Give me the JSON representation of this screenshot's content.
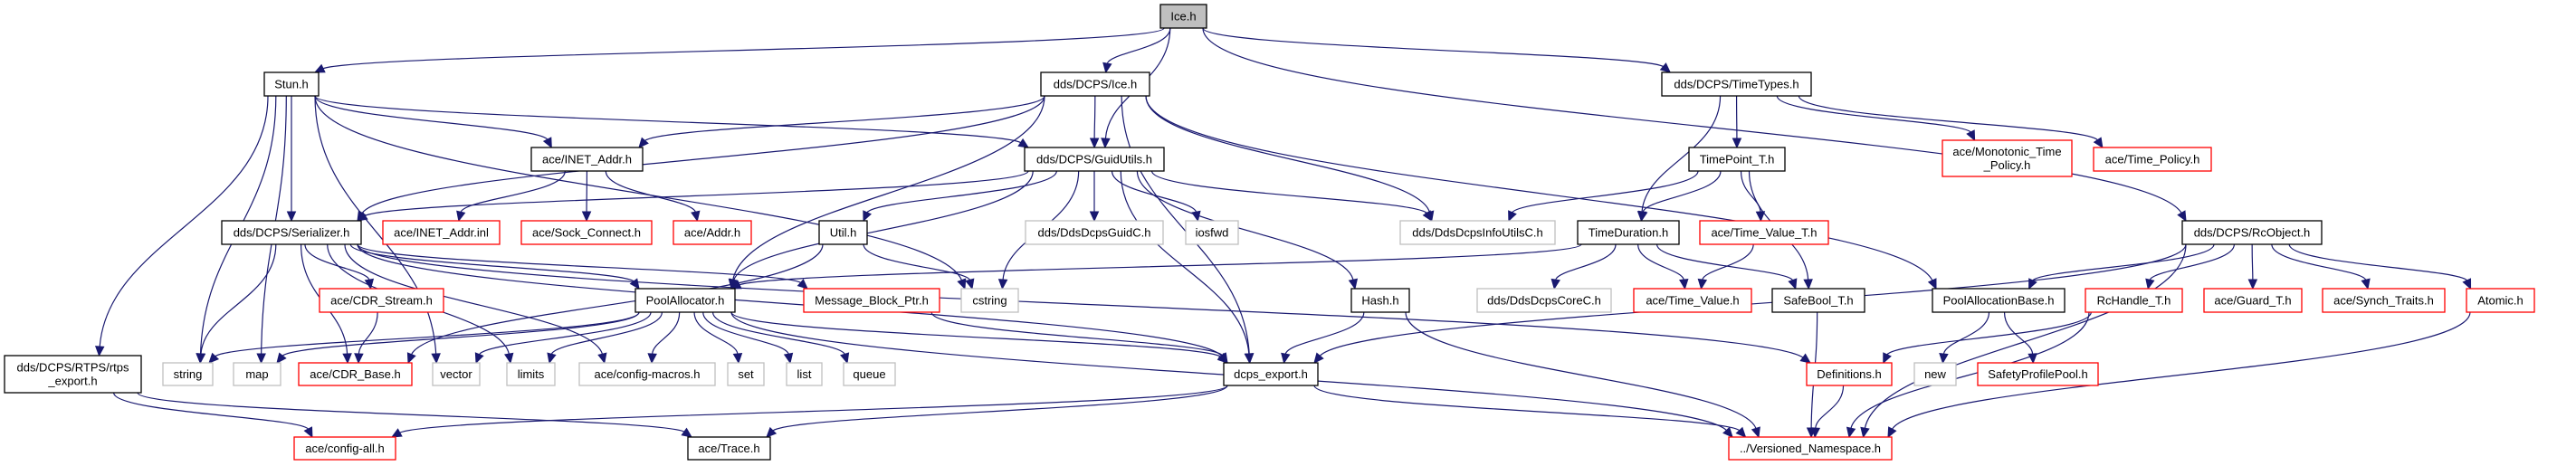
{
  "title": "Ice.h",
  "legend_colors": {
    "edge": "#191970",
    "root_fill": "#bfbfbf",
    "documented_border": "#000000",
    "undocumented_border": "#ff0000",
    "external_border": "#bfbfbf"
  },
  "nodes": [
    {
      "id": "ice_h",
      "label": [
        "Ice.h"
      ],
      "kind": "root"
    },
    {
      "id": "stun_h",
      "label": [
        "Stun.h"
      ],
      "kind": "doc"
    },
    {
      "id": "dcps_ice_h",
      "label": [
        "dds/DCPS/Ice.h"
      ],
      "kind": "doc"
    },
    {
      "id": "timetypes_h",
      "label": [
        "dds/DCPS/TimeTypes.h"
      ],
      "kind": "doc"
    },
    {
      "id": "inet_addr_h",
      "label": [
        "ace/INET_Addr.h"
      ],
      "kind": "doc"
    },
    {
      "id": "guidutils_h",
      "label": [
        "dds/DCPS/GuidUtils.h"
      ],
      "kind": "doc"
    },
    {
      "id": "timepoint_h",
      "label": [
        "TimePoint_T.h"
      ],
      "kind": "doc"
    },
    {
      "id": "monotonic_h",
      "label": [
        "ace/Monotonic_Time",
        "_Policy.h"
      ],
      "kind": "missing"
    },
    {
      "id": "time_policy_h",
      "label": [
        "ace/Time_Policy.h"
      ],
      "kind": "missing"
    },
    {
      "id": "serializer_h",
      "label": [
        "dds/DCPS/Serializer.h"
      ],
      "kind": "doc"
    },
    {
      "id": "inet_addr_inl",
      "label": [
        "ace/INET_Addr.inl"
      ],
      "kind": "missing"
    },
    {
      "id": "sock_connect_h",
      "label": [
        "ace/Sock_Connect.h"
      ],
      "kind": "missing"
    },
    {
      "id": "addr_h",
      "label": [
        "ace/Addr.h"
      ],
      "kind": "missing"
    },
    {
      "id": "util_h",
      "label": [
        "Util.h"
      ],
      "kind": "doc"
    },
    {
      "id": "guidc_h",
      "label": [
        "dds/DdsDcpsGuidC.h"
      ],
      "kind": "external"
    },
    {
      "id": "iosfwd",
      "label": [
        "iosfwd"
      ],
      "kind": "external"
    },
    {
      "id": "infoutilsc_h",
      "label": [
        "dds/DdsDcpsInfoUtilsC.h"
      ],
      "kind": "external"
    },
    {
      "id": "timeduration_h",
      "label": [
        "TimeDuration.h"
      ],
      "kind": "doc"
    },
    {
      "id": "time_value_t_h",
      "label": [
        "ace/Time_Value_T.h"
      ],
      "kind": "missing"
    },
    {
      "id": "rcobject_h",
      "label": [
        "dds/DCPS/RcObject.h"
      ],
      "kind": "doc"
    },
    {
      "id": "cdr_stream_h",
      "label": [
        "ace/CDR_Stream.h"
      ],
      "kind": "missing"
    },
    {
      "id": "poolallocator_h",
      "label": [
        "PoolAllocator.h"
      ],
      "kind": "doc"
    },
    {
      "id": "message_block_ptr_h",
      "label": [
        "Message_Block_Ptr.h"
      ],
      "kind": "missing"
    },
    {
      "id": "cstring",
      "label": [
        "cstring"
      ],
      "kind": "external"
    },
    {
      "id": "hash_h",
      "label": [
        "Hash.h"
      ],
      "kind": "doc"
    },
    {
      "id": "corec_h",
      "label": [
        "dds/DdsDcpsCoreC.h"
      ],
      "kind": "external"
    },
    {
      "id": "time_value_h",
      "label": [
        "ace/Time_Value.h"
      ],
      "kind": "missing"
    },
    {
      "id": "safebool_h",
      "label": [
        "SafeBool_T.h"
      ],
      "kind": "doc"
    },
    {
      "id": "poolallocationbase_h",
      "label": [
        "PoolAllocationBase.h"
      ],
      "kind": "doc"
    },
    {
      "id": "rchandle_h",
      "label": [
        "RcHandle_T.h"
      ],
      "kind": "missing"
    },
    {
      "id": "guard_t_h",
      "label": [
        "ace/Guard_T.h"
      ],
      "kind": "missing"
    },
    {
      "id": "synch_traits_h",
      "label": [
        "ace/Synch_Traits.h"
      ],
      "kind": "missing"
    },
    {
      "id": "atomic_h",
      "label": [
        "Atomic.h"
      ],
      "kind": "missing"
    },
    {
      "id": "rtps_export_h",
      "label": [
        "dds/DCPS/RTPS/rtps",
        "_export.h"
      ],
      "kind": "doc"
    },
    {
      "id": "string",
      "label": [
        "string"
      ],
      "kind": "external"
    },
    {
      "id": "map",
      "label": [
        "map"
      ],
      "kind": "external"
    },
    {
      "id": "cdr_base_h",
      "label": [
        "ace/CDR_Base.h"
      ],
      "kind": "missing"
    },
    {
      "id": "vector",
      "label": [
        "vector"
      ],
      "kind": "external"
    },
    {
      "id": "limits",
      "label": [
        "limits"
      ],
      "kind": "external"
    },
    {
      "id": "config_macros_h",
      "label": [
        "ace/config-macros.h"
      ],
      "kind": "external"
    },
    {
      "id": "set",
      "label": [
        "set"
      ],
      "kind": "external"
    },
    {
      "id": "list",
      "label": [
        "list"
      ],
      "kind": "external"
    },
    {
      "id": "queue",
      "label": [
        "queue"
      ],
      "kind": "external"
    },
    {
      "id": "dcps_export_h",
      "label": [
        "dcps_export.h"
      ],
      "kind": "doc"
    },
    {
      "id": "definitions_h",
      "label": [
        "Definitions.h"
      ],
      "kind": "missing"
    },
    {
      "id": "new",
      "label": [
        "new"
      ],
      "kind": "external"
    },
    {
      "id": "safetyprofilepool_h",
      "label": [
        "SafetyProfilePool.h"
      ],
      "kind": "missing"
    },
    {
      "id": "config_all_h",
      "label": [
        "ace/config-all.h"
      ],
      "kind": "missing"
    },
    {
      "id": "trace_h",
      "label": [
        "ace/Trace.h"
      ],
      "kind": "doc"
    },
    {
      "id": "versioned_ns_h",
      "label": [
        "../Versioned_Namespace.h"
      ],
      "kind": "missing"
    }
  ],
  "edges": [
    [
      "ice_h",
      "stun_h"
    ],
    [
      "ice_h",
      "dcps_ice_h"
    ],
    [
      "ice_h",
      "guidutils_h"
    ],
    [
      "ice_h",
      "timetypes_h"
    ],
    [
      "ice_h",
      "rcobject_h"
    ],
    [
      "stun_h",
      "serializer_h"
    ],
    [
      "stun_h",
      "inet_addr_h"
    ],
    [
      "stun_h",
      "guidutils_h"
    ],
    [
      "stun_h",
      "rtps_export_h"
    ],
    [
      "stun_h",
      "string"
    ],
    [
      "stun_h",
      "map"
    ],
    [
      "stun_h",
      "vector"
    ],
    [
      "stun_h",
      "cstring"
    ],
    [
      "dcps_ice_h",
      "serializer_h"
    ],
    [
      "dcps_ice_h",
      "inet_addr_h"
    ],
    [
      "dcps_ice_h",
      "guidutils_h"
    ],
    [
      "dcps_ice_h",
      "poolallocator_h"
    ],
    [
      "dcps_ice_h",
      "infoutilsc_h"
    ],
    [
      "dcps_ice_h",
      "dcps_export_h"
    ],
    [
      "dcps_ice_h",
      "poolallocationbase_h"
    ],
    [
      "timetypes_h",
      "timepoint_h"
    ],
    [
      "timetypes_h",
      "timeduration_h"
    ],
    [
      "timetypes_h",
      "monotonic_h"
    ],
    [
      "timetypes_h",
      "time_policy_h"
    ],
    [
      "inet_addr_h",
      "inet_addr_inl"
    ],
    [
      "inet_addr_h",
      "sock_connect_h"
    ],
    [
      "inet_addr_h",
      "addr_h"
    ],
    [
      "guidutils_h",
      "serializer_h"
    ],
    [
      "guidutils_h",
      "util_h"
    ],
    [
      "guidutils_h",
      "guidc_h"
    ],
    [
      "guidutils_h",
      "iosfwd"
    ],
    [
      "guidutils_h",
      "infoutilsc_h"
    ],
    [
      "guidutils_h",
      "poolallocator_h"
    ],
    [
      "guidutils_h",
      "cstring"
    ],
    [
      "guidutils_h",
      "hash_h"
    ],
    [
      "guidutils_h",
      "dcps_export_h"
    ],
    [
      "timepoint_h",
      "infoutilsc_h"
    ],
    [
      "timepoint_h",
      "timeduration_h"
    ],
    [
      "timepoint_h",
      "time_value_t_h"
    ],
    [
      "timepoint_h",
      "safebool_h"
    ],
    [
      "serializer_h",
      "cdr_stream_h"
    ],
    [
      "serializer_h",
      "cdr_base_h"
    ],
    [
      "serializer_h",
      "string"
    ],
    [
      "serializer_h",
      "message_block_ptr_h"
    ],
    [
      "serializer_h",
      "limits"
    ],
    [
      "serializer_h",
      "config_macros_h"
    ],
    [
      "serializer_h",
      "dcps_export_h"
    ],
    [
      "serializer_h",
      "definitions_h"
    ],
    [
      "serializer_h",
      "poolallocator_h"
    ],
    [
      "util_h",
      "cstring"
    ],
    [
      "util_h",
      "cdr_base_h"
    ],
    [
      "timeduration_h",
      "poolallocator_h"
    ],
    [
      "timeduration_h",
      "corec_h"
    ],
    [
      "timeduration_h",
      "time_value_h"
    ],
    [
      "timeduration_h",
      "safebool_h"
    ],
    [
      "time_value_t_h",
      "time_value_h"
    ],
    [
      "rcobject_h",
      "poolallocationbase_h"
    ],
    [
      "rcobject_h",
      "rchandle_h"
    ],
    [
      "rcobject_h",
      "guard_t_h"
    ],
    [
      "rcobject_h",
      "synch_traits_h"
    ],
    [
      "rcobject_h",
      "atomic_h"
    ],
    [
      "rcobject_h",
      "dcps_export_h"
    ],
    [
      "rcobject_h",
      "versioned_ns_h"
    ],
    [
      "cdr_stream_h",
      "cdr_base_h"
    ],
    [
      "poolallocator_h",
      "string"
    ],
    [
      "poolallocator_h",
      "map"
    ],
    [
      "poolallocator_h",
      "vector"
    ],
    [
      "poolallocator_h",
      "limits"
    ],
    [
      "poolallocator_h",
      "config_macros_h"
    ],
    [
      "poolallocator_h",
      "set"
    ],
    [
      "poolallocator_h",
      "list"
    ],
    [
      "poolallocator_h",
      "queue"
    ],
    [
      "poolallocator_h",
      "dcps_export_h"
    ],
    [
      "poolallocator_h",
      "versioned_ns_h"
    ],
    [
      "message_block_ptr_h",
      "dcps_export_h"
    ],
    [
      "hash_h",
      "dcps_export_h"
    ],
    [
      "hash_h",
      "versioned_ns_h"
    ],
    [
      "safebool_h",
      "versioned_ns_h"
    ],
    [
      "poolallocationbase_h",
      "new"
    ],
    [
      "poolallocationbase_h",
      "safetyprofilepool_h"
    ],
    [
      "rchandle_h",
      "definitions_h"
    ],
    [
      "rchandle_h",
      "versioned_ns_h"
    ],
    [
      "atomic_h",
      "versioned_ns_h"
    ],
    [
      "rtps_export_h",
      "config_all_h"
    ],
    [
      "rtps_export_h",
      "trace_h"
    ],
    [
      "dcps_export_h",
      "config_all_h"
    ],
    [
      "dcps_export_h",
      "trace_h"
    ],
    [
      "dcps_export_h",
      "versioned_ns_h"
    ],
    [
      "definitions_h",
      "versioned_ns_h"
    ]
  ]
}
